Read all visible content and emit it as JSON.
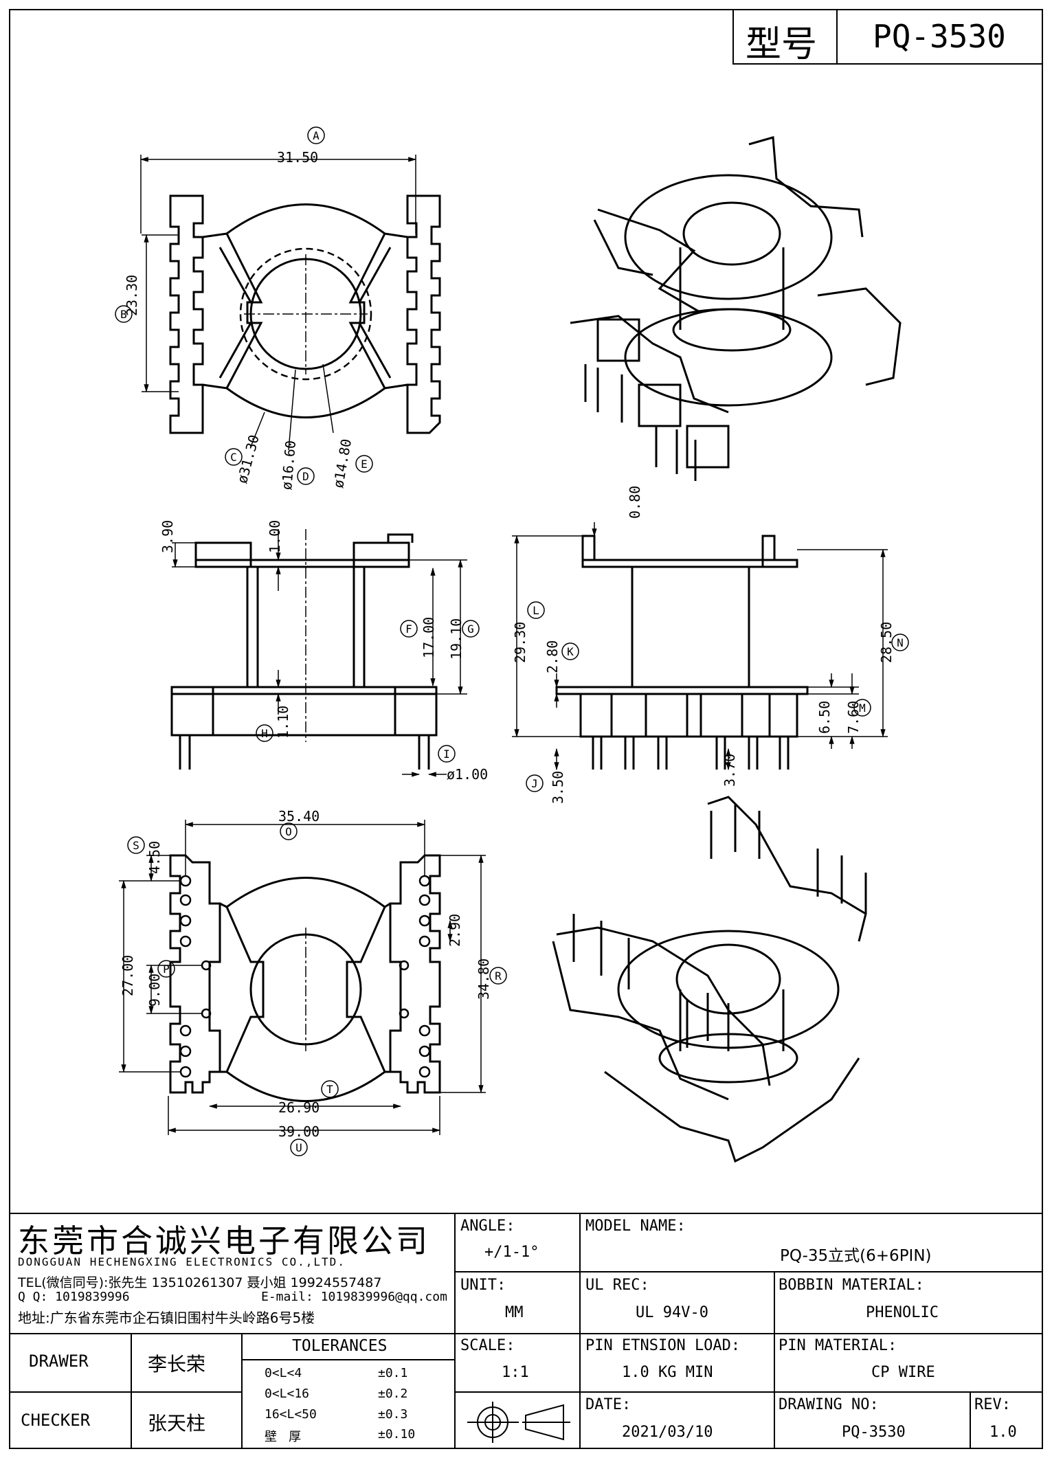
{
  "header": {
    "model_label": "型号",
    "model_value": "PQ-3530"
  },
  "dims": {
    "A": "31.50",
    "B": "23.30",
    "C": "ø31.30",
    "D": "ø16.60",
    "E": "ø14.80",
    "F": "17.00",
    "G": "19.10",
    "H": "1.10",
    "I": "ø1.00",
    "t390": "3.90",
    "t100": "1.00",
    "t080": "0.80",
    "L": "29.30",
    "K": "2.80",
    "N": "28.50",
    "t650": "6.50",
    "M": "7.60",
    "J": "3.50",
    "t370": "3.70",
    "O": "35.40",
    "S": "4.50",
    "t290": "2.90",
    "P": "9.00",
    "t2700": "27.00",
    "R": "34.80",
    "T": "26.90",
    "U": "39.00"
  },
  "letters": [
    "A",
    "B",
    "C",
    "D",
    "E",
    "F",
    "G",
    "H",
    "I",
    "J",
    "K",
    "L",
    "M",
    "N",
    "O",
    "P",
    "R",
    "S",
    "T",
    "U"
  ],
  "title_block": {
    "company_cn": "东莞市合诚兴电子有限公司",
    "company_en": "DONGGUAN HECHENGXING ELECTRONICS CO.,LTD.",
    "tel": "TEL(微信同号):张先生 13510261307 聂小姐 19924557487",
    "qq": "Q Q: 1019839996",
    "email": "E-mail: 1019839996@qq.com",
    "address": "地址:广东省东莞市企石镇旧围村牛头岭路6号5楼",
    "angle_label": "ANGLE:",
    "angle_value": "+/1-1°",
    "unit_label": "UNIT:",
    "unit_value": "MM",
    "scale_label": "SCALE:",
    "scale_value": "1:1",
    "model_name_label": "MODEL NAME:",
    "model_name_value": "PQ-35立式(6+6PIN)",
    "ul_label": "UL REC:",
    "ul_value": "UL 94V-0",
    "bobbin_label": "BOBBIN MATERIAL:",
    "bobbin_value": "PHENOLIC",
    "pin_load_label": "PIN ETNSION LOAD:",
    "pin_load_value": "1.0 KG MIN",
    "pin_mat_label": "PIN MATERIAL:",
    "pin_mat_value": "CP WIRE",
    "date_label": "DATE:",
    "date_value": "2021/03/10",
    "drawing_no_label": "DRAWING NO:",
    "drawing_no_value": "PQ-3530",
    "rev_label": "REV:",
    "rev_value": "1.0",
    "drawer_label": "DRAWER",
    "drawer_value": "李长荣",
    "checker_label": "CHECKER",
    "checker_value": "张天柱",
    "tolerances_title": "TOLERANCES",
    "tolerances": [
      {
        "range": "0<L<4",
        "tol": "±0.1"
      },
      {
        "range": "0<L<16",
        "tol": "±0.2"
      },
      {
        "range": "16<L<50",
        "tol": "±0.3"
      },
      {
        "range": "壁   厚",
        "tol": "±0.10"
      }
    ]
  }
}
